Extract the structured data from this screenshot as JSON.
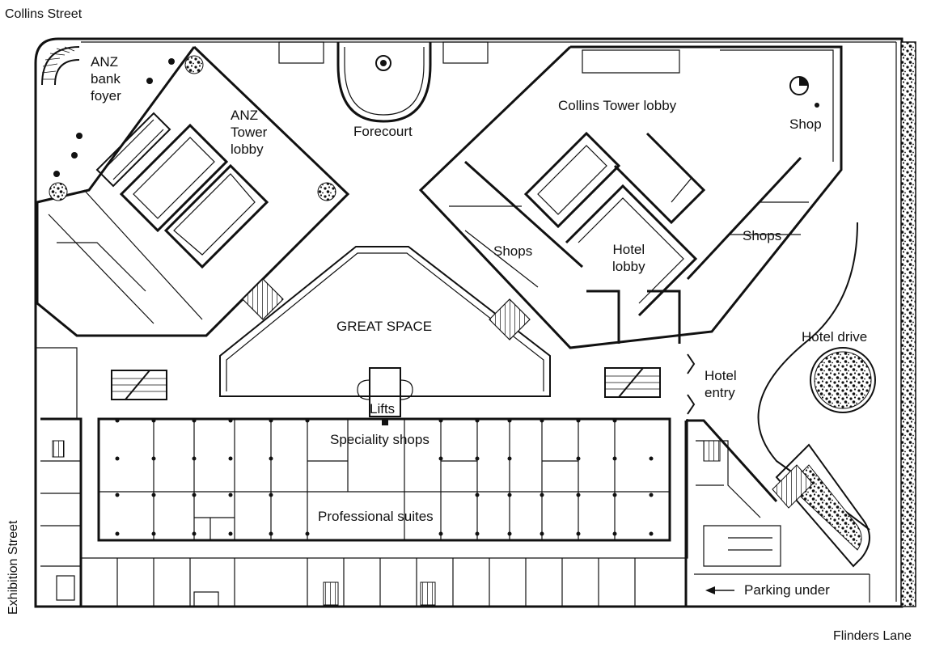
{
  "streets": {
    "collins": "Collins Street",
    "exhibition": "Exhibition Street",
    "flinders": "Flinders Lane"
  },
  "rooms": {
    "anz_bank_foyer": [
      "ANZ",
      "bank",
      "foyer"
    ],
    "anz_tower_lobby": [
      "ANZ",
      "Tower",
      "lobby"
    ],
    "forecourt": "Forecourt",
    "collins_tower_lobby": "Collins Tower lobby",
    "shop": "Shop",
    "shops_left": "Shops",
    "shops_right": "Shops",
    "hotel_lobby": [
      "Hotel",
      "lobby"
    ],
    "great_space": "GREAT SPACE",
    "hotel_drive": "Hotel drive",
    "hotel_entry": [
      "Hotel",
      "entry"
    ],
    "lifts": "Lifts",
    "speciality_shops": "Speciality shops",
    "professional_suites": "Professional suites",
    "parking_under": "Parking under"
  },
  "icons": [
    "arrow-left-icon",
    "escalator-icon",
    "stair-icon",
    "tree-planter-icon",
    "column-dot-icon"
  ]
}
